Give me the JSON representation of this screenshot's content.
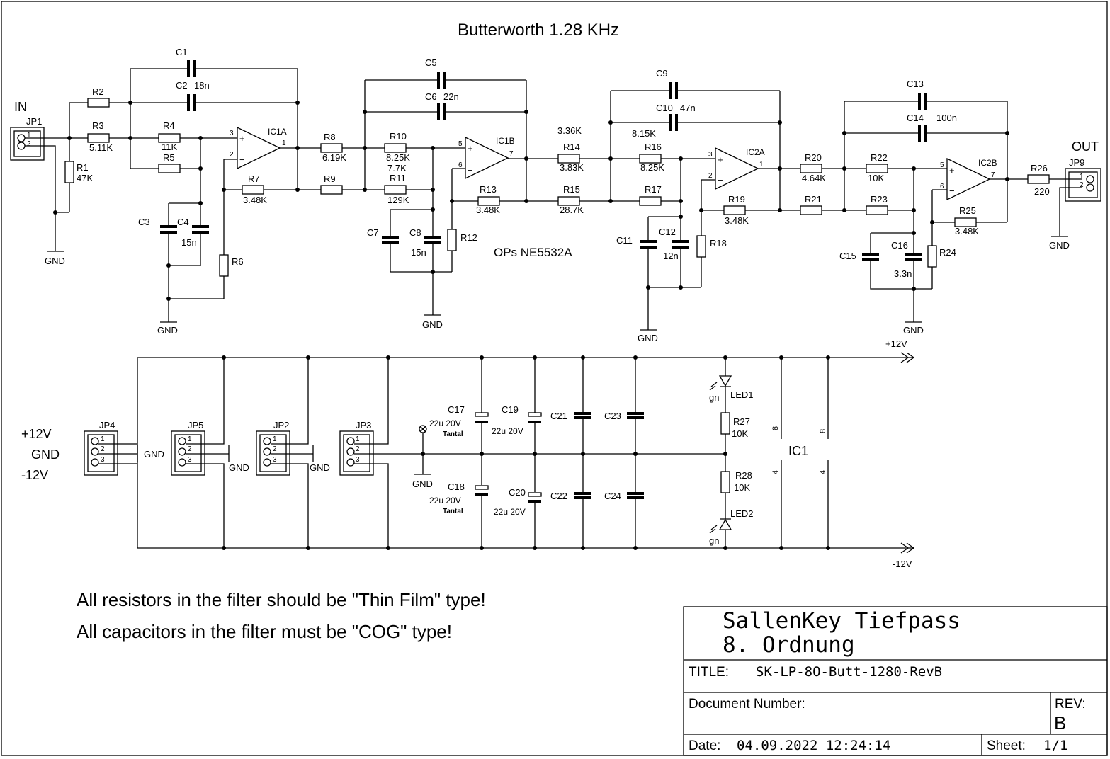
{
  "title": "Butterworth 1.28 KHz",
  "ops_note": "OPs NE5532A",
  "notes": [
    "All resistors in the filter should be \"Thin Film\" type!",
    "All capacitors in the filter must be \"COG\" type!"
  ],
  "io": {
    "in": "IN",
    "out": "OUT"
  },
  "power_labels": {
    "p12": "+12V",
    "gnd": "GND",
    "m12": "-12V",
    "rail_p": "+12V",
    "rail_m": "-12V"
  },
  "gnd": "GND",
  "ic_labels": {
    "ic1a": "IC1A",
    "ic1b": "IC1B",
    "ic2a": "IC2A",
    "ic2b": "IC2B",
    "ic1": "IC1"
  },
  "resistors": {
    "r1": {
      "name": "R1",
      "value": "47K"
    },
    "r2": {
      "name": "R2",
      "value": ""
    },
    "r3": {
      "name": "R3",
      "value": "5.11K"
    },
    "r4": {
      "name": "R4",
      "value": "11K"
    },
    "r5": {
      "name": "R5",
      "value": ""
    },
    "r6": {
      "name": "R6",
      "value": ""
    },
    "r7": {
      "name": "R7",
      "value": "3.48K"
    },
    "r8": {
      "name": "R8",
      "value": "6.19K"
    },
    "r9": {
      "name": "R9",
      "value": ""
    },
    "r10": {
      "name": "R10",
      "value": "8.25K"
    },
    "r11": {
      "name": "R11",
      "value": "129K"
    },
    "r11b": {
      "value": "7.7K"
    },
    "r12": {
      "name": "R12",
      "value": ""
    },
    "r13": {
      "name": "R13",
      "value": "3.48K"
    },
    "r14": {
      "name": "R14",
      "value": "3.83K"
    },
    "r14b": {
      "value": "3.36K"
    },
    "r15": {
      "name": "R15",
      "value": "28.7K"
    },
    "r16": {
      "name": "R16",
      "value": "8.25K"
    },
    "r16b": {
      "value": "8.15K"
    },
    "r17": {
      "name": "R17",
      "value": ""
    },
    "r18": {
      "name": "R18",
      "value": ""
    },
    "r19": {
      "name": "R19",
      "value": "3.48K"
    },
    "r20": {
      "name": "R20",
      "value": "4.64K"
    },
    "r21": {
      "name": "R21",
      "value": ""
    },
    "r22": {
      "name": "R22",
      "value": "10K"
    },
    "r23": {
      "name": "R23",
      "value": ""
    },
    "r24": {
      "name": "R24",
      "value": ""
    },
    "r25": {
      "name": "R25",
      "value": "3.48K"
    },
    "r26": {
      "name": "R26",
      "value": "220"
    },
    "r27": {
      "name": "R27",
      "value": "10K"
    },
    "r28": {
      "name": "R28",
      "value": "10K"
    }
  },
  "capacitors": {
    "c1": "C1",
    "c2": "C2",
    "c2v": "18n",
    "c3": "C3",
    "c4": "C4",
    "c4v": "15n",
    "c5": "C5",
    "c6": "C6",
    "c6v": "22n",
    "c7": "C7",
    "c8": "C8",
    "c8v": "15n",
    "c9": "C9",
    "c10": "C10",
    "c10v": "47n",
    "c11": "C11",
    "c12": "C12",
    "c12v": "12n",
    "c13": "C13",
    "c14": "C14",
    "c14v": "100n",
    "c15": "C15",
    "c16": "C16",
    "c16v": "3.3n",
    "c17": "C17",
    "c18": "C18",
    "c19": "C19",
    "c20": "C20",
    "c21": "C21",
    "c22": "C22",
    "c23": "C23",
    "c24": "C24",
    "tant_val": "22u 20V",
    "tant_type": "Tantal",
    "elco_val": "22u 20V"
  },
  "leds": {
    "led1": "LED1",
    "led2": "LED2",
    "color": "gn"
  },
  "connectors": {
    "jp1": "JP1",
    "jp2": "JP2",
    "jp3": "JP3",
    "jp4": "JP4",
    "jp5": "JP5",
    "jp9": "JP9"
  },
  "pins": {
    "p1": "1",
    "p2": "2",
    "p3": "3",
    "p4": "4",
    "p6": "6",
    "p5": "5",
    "p7": "7",
    "p8": "8"
  },
  "titleblock": {
    "line1": "SallenKey Tiefpass",
    "line2": "8. Ordnung",
    "title_label": "TITLE:",
    "title_value": "SK-LP-8O-Butt-1280-RevB",
    "docnum_label": "Document Number:",
    "rev_label": "REV:",
    "rev_value": "B",
    "date_label": "Date:",
    "date_value": "04.09.2022 12:24:14",
    "sheet_label": "Sheet:",
    "sheet_value": "1/1"
  }
}
